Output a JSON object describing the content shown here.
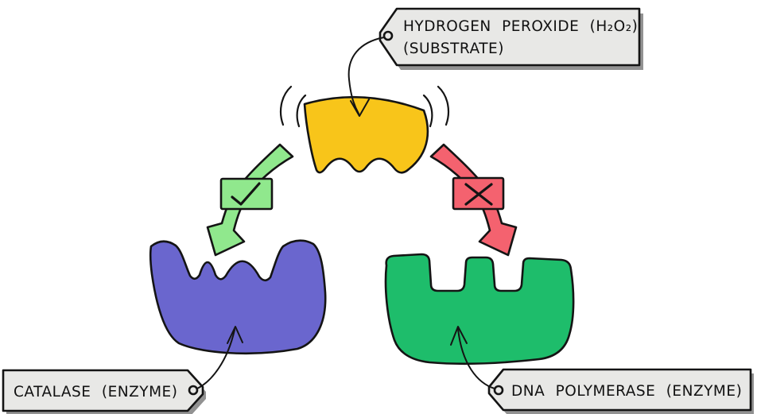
{
  "labels": {
    "substrate_tag": {
      "line1": "HYDROGEN PEROXIDE (H₂O₂)",
      "line2": "(SUBSTRATE)"
    },
    "catalase_tag": "CATALASE (ENZYME)",
    "dna_polymerase_tag": "DNA POLYMERASE (ENZYME)"
  },
  "icons": {
    "match": "check-icon",
    "mismatch": "cross-icon"
  },
  "colors": {
    "substrate": "#F8C51A",
    "catalase_enzyme": "#6A66CE",
    "dna_polymerase_enzyme": "#1EBD6B",
    "match_arrow": "#90E88D",
    "mismatch_arrow": "#F4626F",
    "tag_background": "#E8E8E6",
    "tag_shadow": "#4A4A4A",
    "outline": "#141414",
    "background": "#FFFFFF"
  }
}
